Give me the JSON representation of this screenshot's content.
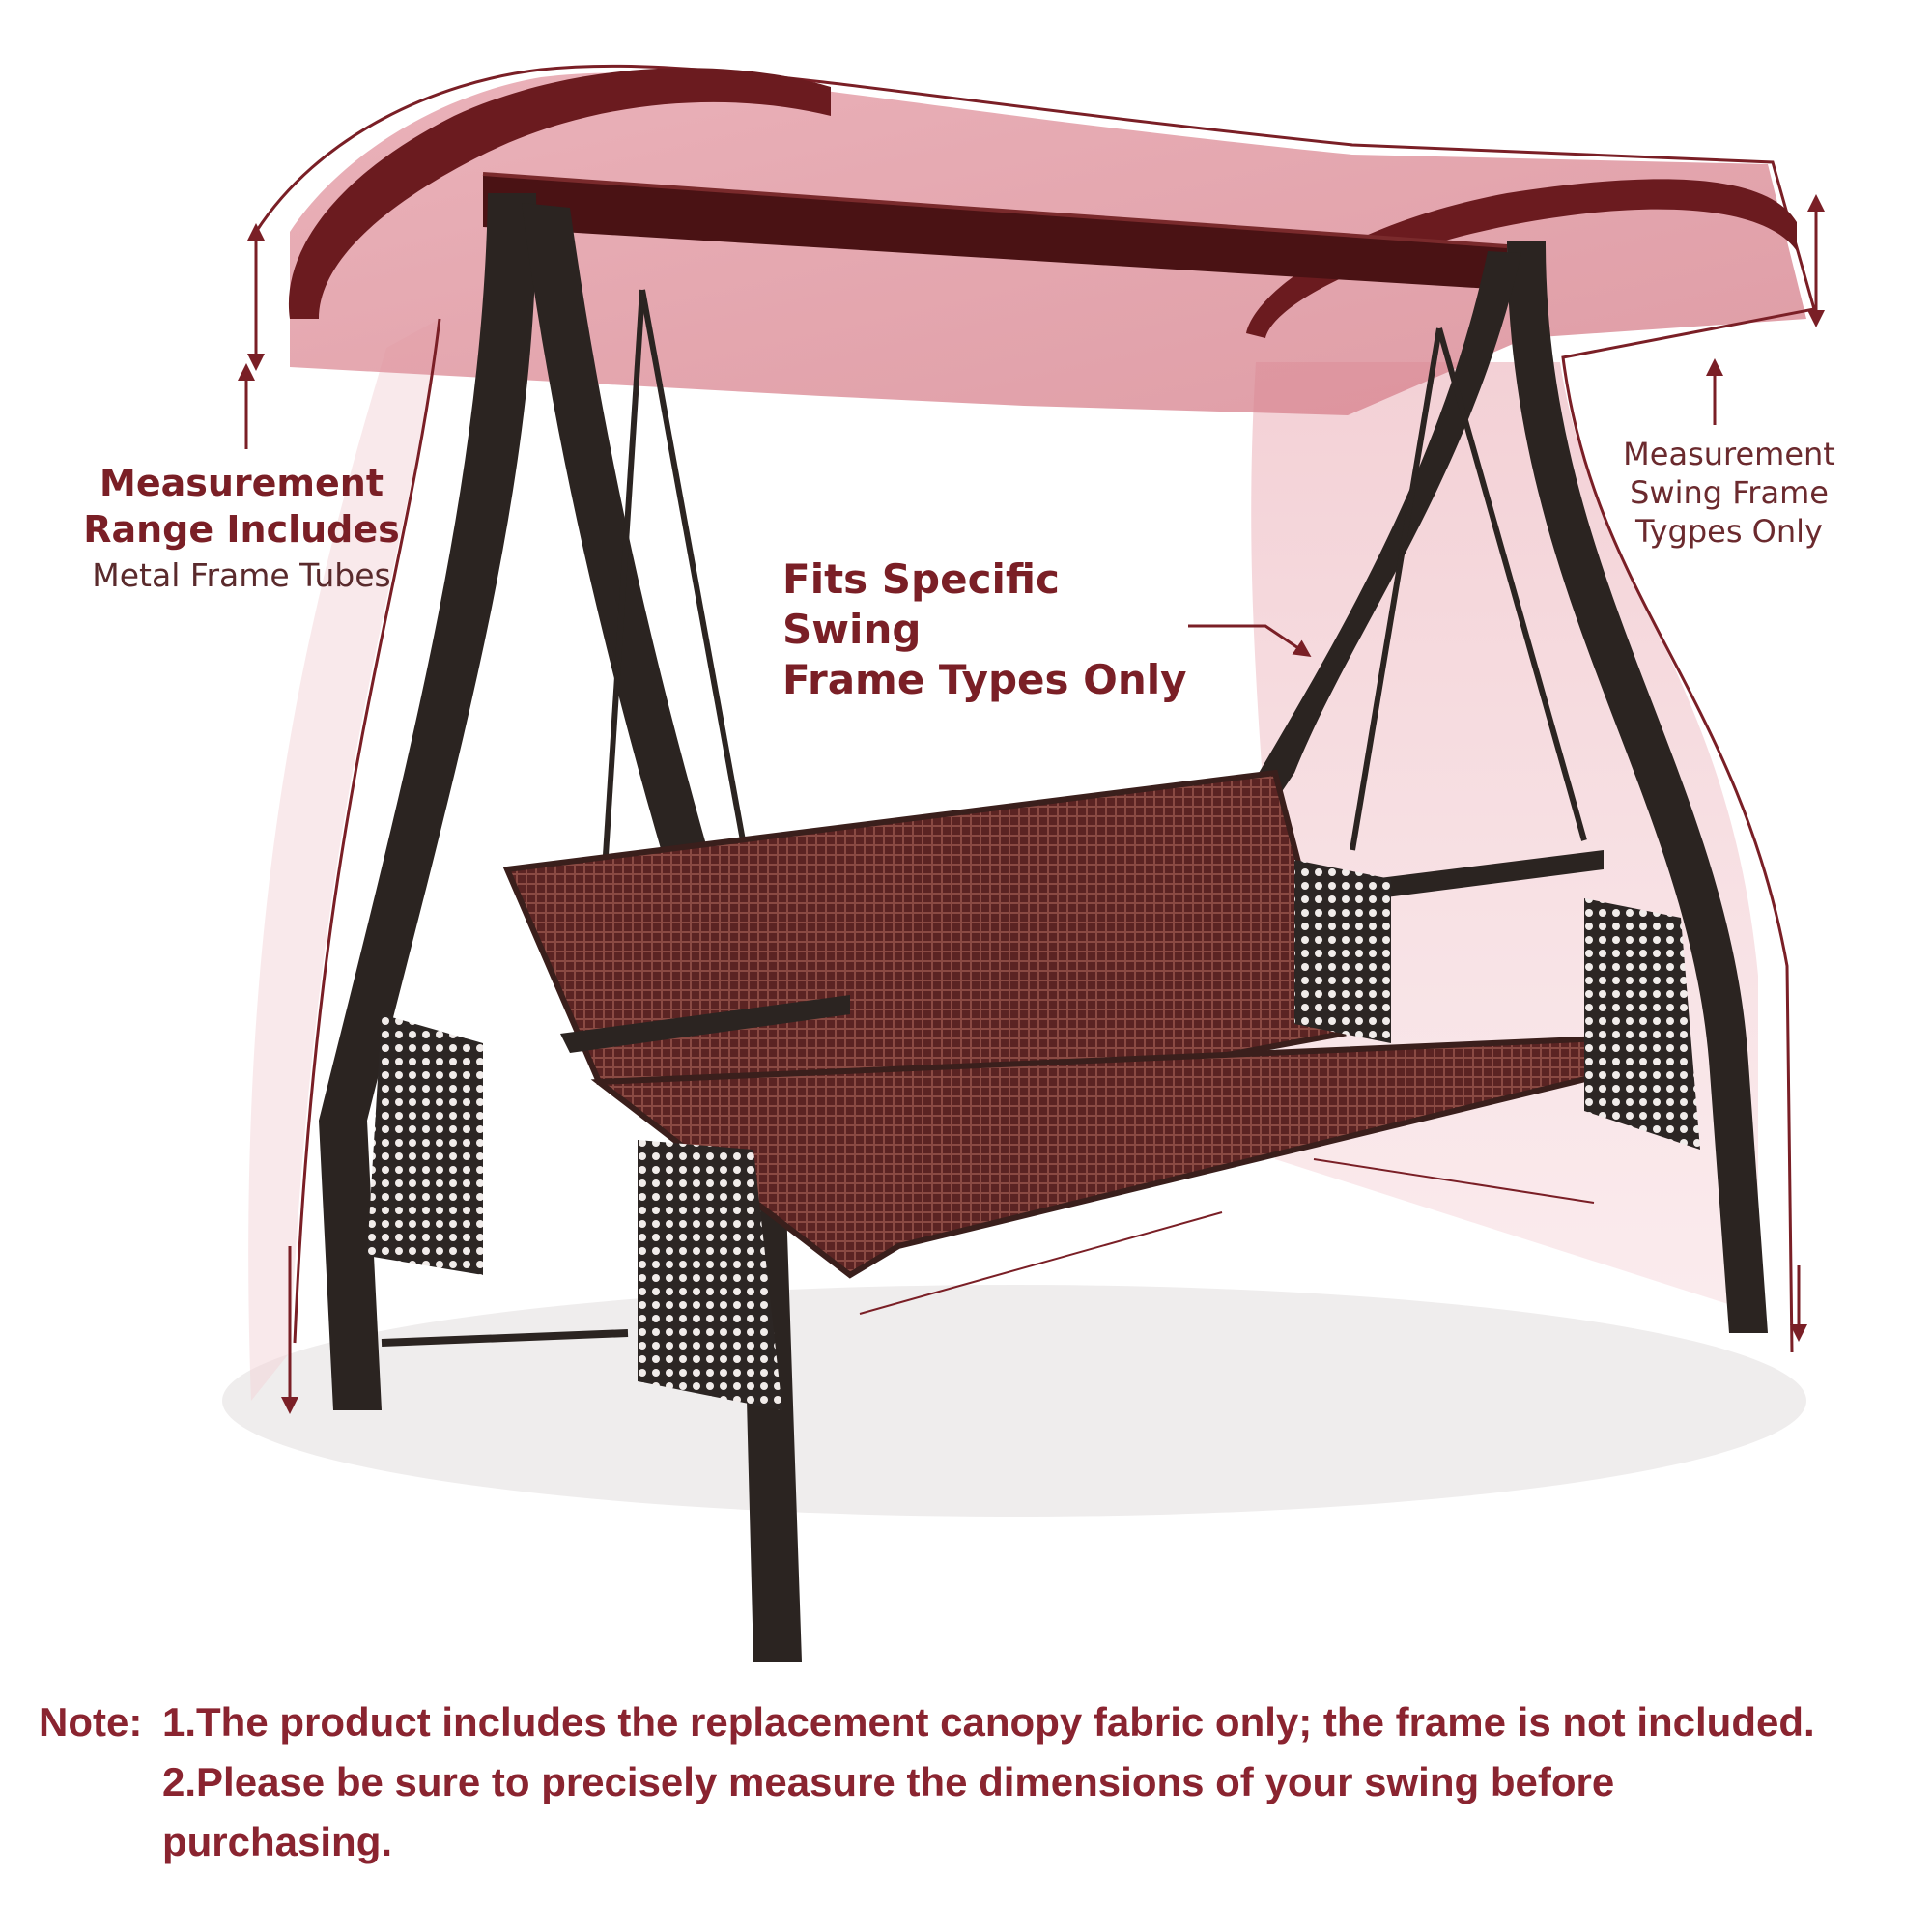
{
  "colors": {
    "accent": "#7a1f26",
    "canopy_fill": "#d98a95",
    "frame": "#2a2522",
    "seat": "#5a2624"
  },
  "labels": {
    "left_line1": "Measurement",
    "left_line2": "Range Includes",
    "left_line3": "Metal Frame Tubes",
    "center_line1": "Fits Specific Swing",
    "center_line2": "Frame Types Only",
    "right_line1": "Measurement",
    "right_line2": "Swing Frame",
    "right_line3": "Tygpes Only"
  },
  "note": {
    "label": "Note:",
    "item1": "1.The product includes the replacement canopy fabric only; the frame is not included.",
    "item2_line1": "2.Please be sure to precisely measure the dimensions of your swing before",
    "item2_line2": "purchasing."
  }
}
